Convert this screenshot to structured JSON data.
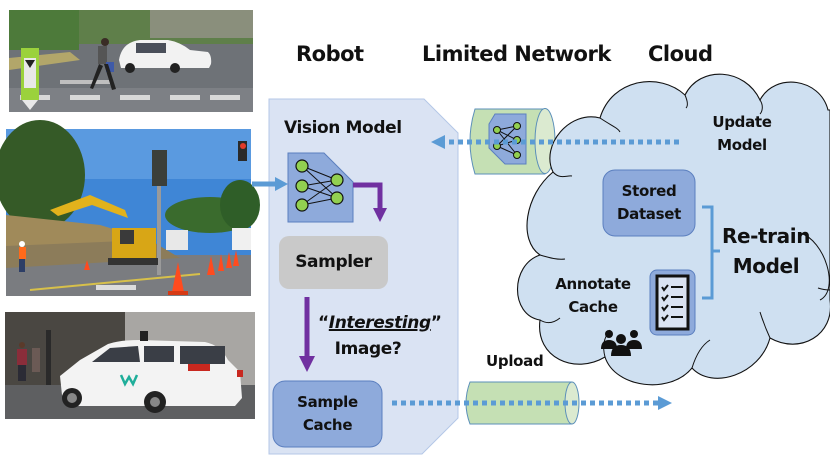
{
  "headers": {
    "robot": "Robot",
    "network": "Limited Network",
    "cloud": "Cloud"
  },
  "robot": {
    "vision_model": "Vision Model",
    "sampler": "Sampler",
    "question_quote_open": "“",
    "question_emph": "Interesting",
    "question_quote_close": "”",
    "question_line2": "Image?",
    "sample_cache_line1": "Sample",
    "sample_cache_line2": "Cache"
  },
  "network": {
    "upload": "Upload"
  },
  "cloud": {
    "update_line1": "Update",
    "update_line2": "Model",
    "stored_line1": "Stored",
    "stored_line2": "Dataset",
    "retrain_line1": "Re-train",
    "retrain_line2": "Model",
    "annotate_line1": "Annotate",
    "annotate_line2": "Cache"
  },
  "photos": [
    {
      "name": "photo-crosswalk",
      "description": "pedestrian crossing street with white self-driving minivan"
    },
    {
      "name": "photo-construction",
      "description": "road construction with excavator and traffic cones"
    },
    {
      "name": "photo-waymo-car",
      "description": "white Waymo self-driving minivan on city street"
    }
  ],
  "icons": {
    "neural_net": "neural-network-icon",
    "checklist": "checklist-icon",
    "people": "people-group-icon"
  },
  "colors": {
    "panel_fill": "#dae3f3",
    "box_blue": "#8eaadb",
    "sampler_gray": "#c9c9c9",
    "cloud_fill": "#cfe0f1",
    "pipe_green": "#c5e0b4",
    "arrow_blue": "#5b9bd5",
    "arrow_purple": "#7030a0",
    "node_green": "#92d050"
  }
}
